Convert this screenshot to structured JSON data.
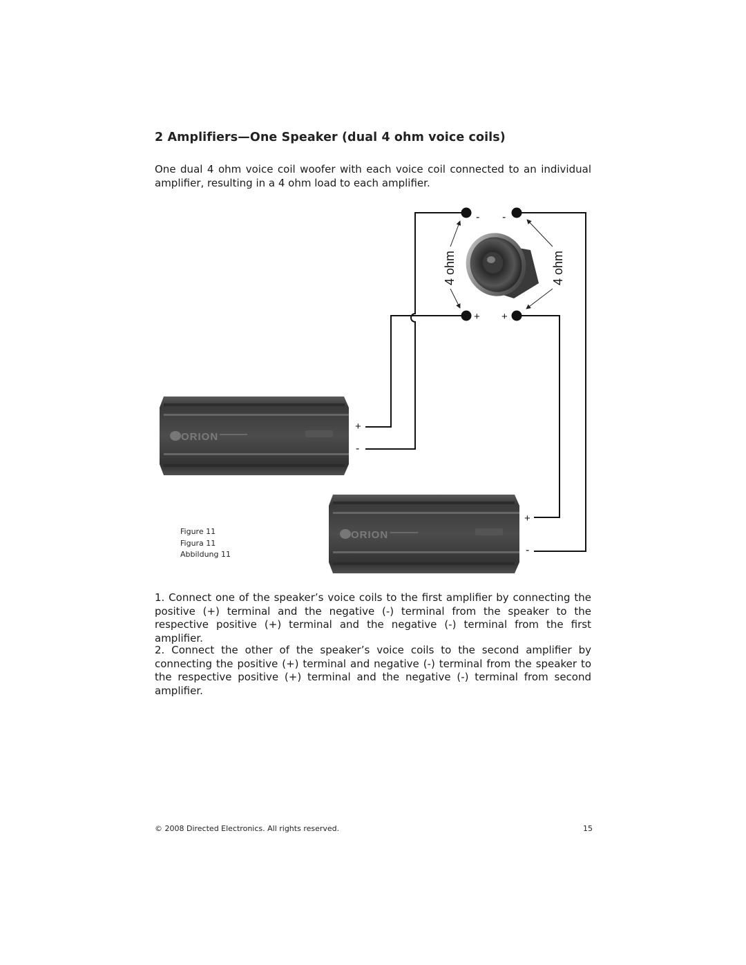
{
  "heading": "2 Amplifiers—One Speaker (dual 4 ohm voice coils)",
  "intro": "One dual 4 ohm voice coil woofer with each voice coil connected to an individual amplifier, resulting in a 4 ohm load to each amplifier.",
  "diagram": {
    "speaker_terminals": {
      "minus_left": "-",
      "minus_right": "-",
      "plus_left": "+",
      "plus_right": "+"
    },
    "coil_label_left": "4 ohm",
    "coil_label_right": "4 ohm",
    "amp1": {
      "brand": "ORION",
      "plus": "+",
      "minus": "-"
    },
    "amp2": {
      "brand": "ORION",
      "plus": "+",
      "minus": "-"
    },
    "caption": [
      "Figure 11",
      "Figura 11",
      "Abbildung 11"
    ]
  },
  "steps": [
    "1. Connect one of the speaker’s voice coils to the first amplifier by connecting the positive (+) terminal and the negative (-) terminal from the speaker to the respective positive (+) terminal and the negative (-) terminal from the first amplifier.",
    "2. Connect the other of the speaker’s voice coils to the second amplifier by connecting the positive (+) terminal and negative (-) terminal from the speaker to the respective positive (+) terminal and the negative (-) terminal from second amplifier."
  ],
  "footer": {
    "copyright": "© 2008 Directed Electronics. All rights reserved.",
    "page_number": "15"
  }
}
